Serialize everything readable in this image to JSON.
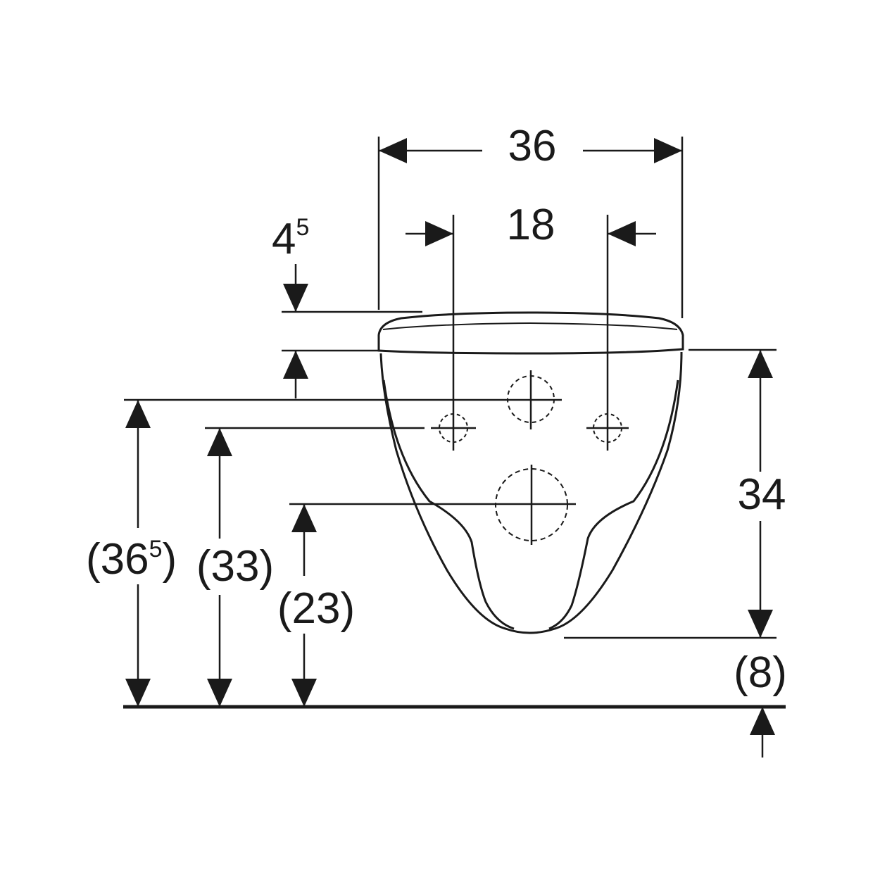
{
  "dimensions": {
    "overall_width": "36",
    "fixing_spacing": "18",
    "seat_thickness_base": "4",
    "seat_thickness_sup": "5",
    "height_34": "34",
    "height_8": "(8)",
    "height_365_base": "(36",
    "height_365_sup": "5",
    "height_365_close": ")",
    "height_33": "(33)",
    "height_23": "(23)"
  },
  "colors": {
    "line": "#1a1a1a",
    "background": "#ffffff"
  }
}
